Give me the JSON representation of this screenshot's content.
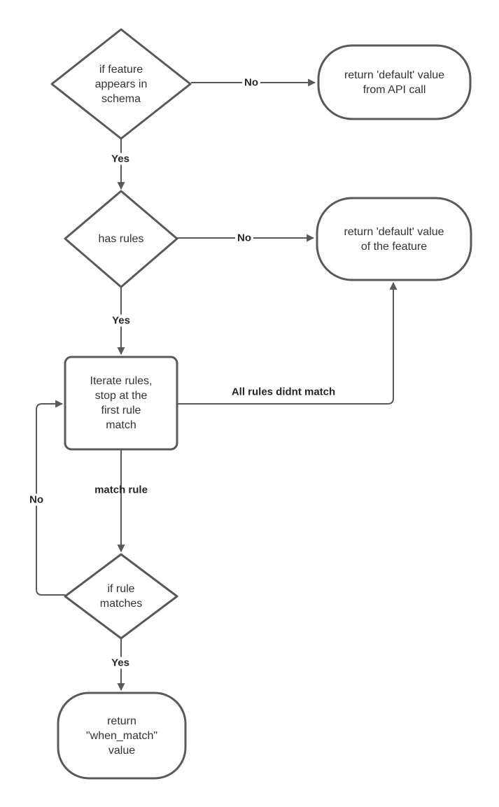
{
  "colors": {
    "shape_stroke": "#595959",
    "connector_stroke": "#595959",
    "node_text": "#333333",
    "edge_label_text": "#262626",
    "background": "#ffffff"
  },
  "nodes": {
    "check_feature_in_schema": {
      "type": "decision",
      "label": "if feature\nappears in\nschema"
    },
    "return_default_api": {
      "type": "terminator",
      "label": "return 'default' value\nfrom API call"
    },
    "check_has_rules": {
      "type": "decision",
      "label": "has rules"
    },
    "return_default_feature": {
      "type": "terminator",
      "label": "return 'default' value\nof the feature"
    },
    "iterate_rules": {
      "type": "process",
      "label": "Iterate rules,\nstop at the\nfirst rule\nmatch"
    },
    "check_rule_matches": {
      "type": "decision",
      "label": "if rule\nmatches"
    },
    "return_when_match": {
      "type": "terminator",
      "label": "return\n\"when_match\"\nvalue"
    }
  },
  "edge_labels": {
    "feature_no": "No",
    "feature_yes": "Yes",
    "rules_no": "No",
    "rules_yes": "Yes",
    "all_rules_didnt_match": "All rules didnt match",
    "match_rule": "match rule",
    "rule_no": "No",
    "rule_yes": "Yes"
  }
}
